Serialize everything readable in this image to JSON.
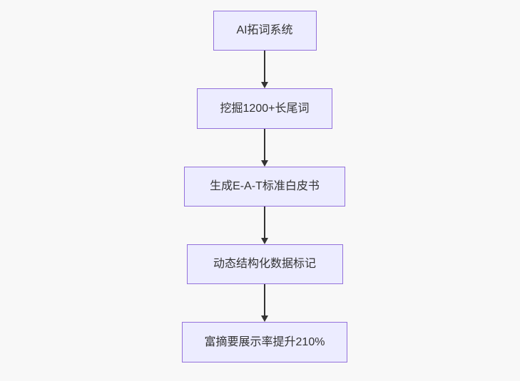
{
  "flowchart": {
    "direction": "top-down",
    "nodes": [
      {
        "id": "step-1",
        "label": "AI拓词系统"
      },
      {
        "id": "step-2",
        "label": "挖掘1200+长尾词"
      },
      {
        "id": "step-3",
        "label": "生成E-A-T标准白皮书"
      },
      {
        "id": "step-4",
        "label": "动态结构化数据标记"
      },
      {
        "id": "step-5",
        "label": "富摘要展示率提升210%"
      }
    ],
    "edges": [
      {
        "from": "step-1",
        "to": "step-2"
      },
      {
        "from": "step-2",
        "to": "step-3"
      },
      {
        "from": "step-3",
        "to": "step-4"
      },
      {
        "from": "step-4",
        "to": "step-5"
      }
    ],
    "colors": {
      "node_fill": "#ECECFF",
      "node_border": "#9370DB",
      "text": "#333333",
      "arrow": "#333333",
      "background": "#F8F8F8"
    }
  }
}
